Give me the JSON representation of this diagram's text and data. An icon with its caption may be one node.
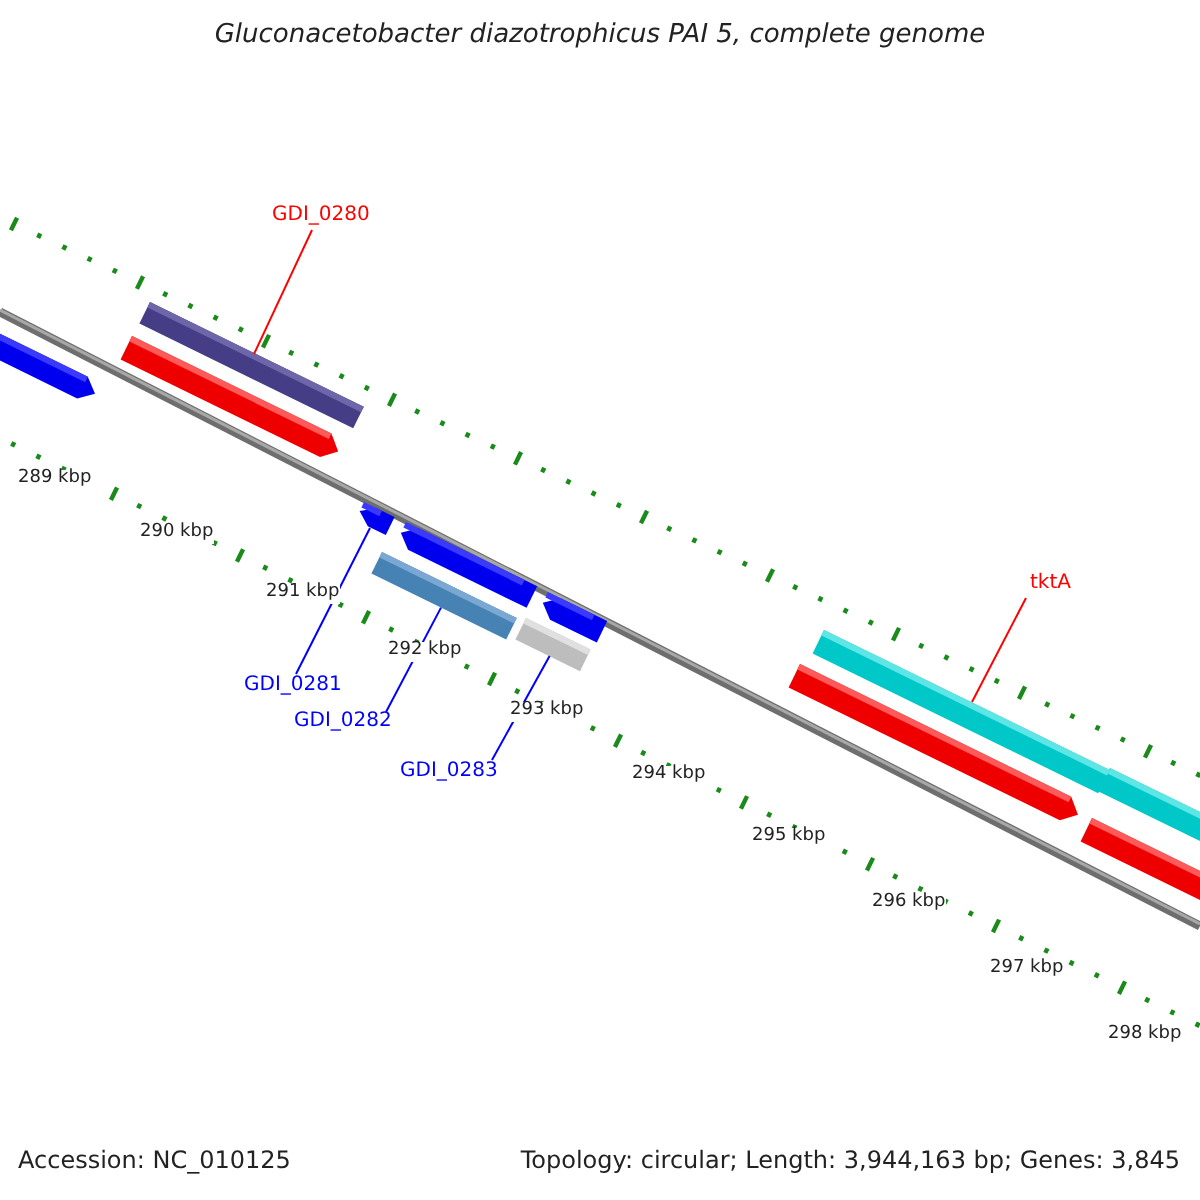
{
  "diagram": {
    "title": "Gluconacetobacter diazotrophicus PAI 5, complete genome",
    "nodes": [
      {
        "text": [
          "GDI_0280"
        ]
      },
      {
        "text": [],
        "shape": "bar"
      },
      {
        "text": [
          "tktA"
        ]
      },
      {
        "text": [],
        "shape": "bar"
      },
      {
        "text": [
          "GDI_0281"
        ]
      },
      {
        "text": [],
        "shape": "arrow"
      },
      {
        "text": [
          "GDI_0282"
        ]
      },
      {
        "text": [],
        "shape": "bar"
      },
      {
        "text": [
          "GDI_0283"
        ]
      },
      {
        "text": [],
        "shape": "bar"
      }
    ],
    "edges": [
      {
        "from": 0,
        "to": 1,
        "arrow": "none",
        "color": "#ff0000"
      },
      {
        "from": 2,
        "to": 3,
        "arrow": "none",
        "color": "#ff0000"
      },
      {
        "from": 4,
        "to": 5,
        "arrow": "none"
      },
      {
        "from": 6,
        "to": 7,
        "arrow": "none"
      },
      {
        "from": 8,
        "to": 9,
        "arrow": "none"
      }
    ],
    "labels": [
      "289 kbp",
      "290 kbp",
      "291 kbp",
      "292 kbp",
      "293 kbp",
      "294 kbp",
      "295 kbp",
      "296 kbp",
      "297 kbp",
      "298 kbp",
      "Accession: NC_010125",
      "Topology: circular; Length: 3,944,163 bp; Genes: 3,845"
    ]
  }
}
